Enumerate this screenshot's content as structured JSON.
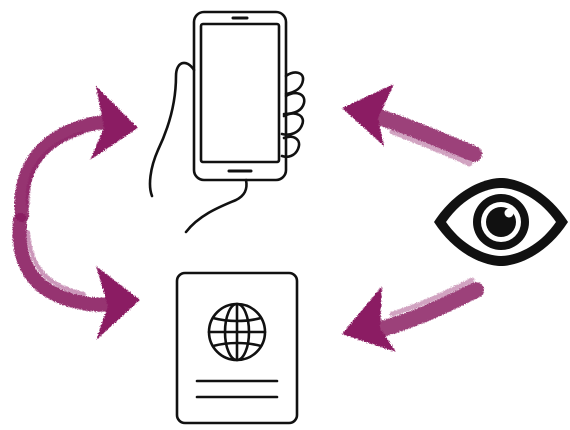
{
  "diagram": {
    "icons": {
      "phone": "smartphone-in-hand-icon",
      "passport": "passport-icon",
      "eye": "eye-icon"
    },
    "arrows": [
      "arrow-left-to-phone",
      "arrow-left-to-passport",
      "arrow-eye-to-phone",
      "arrow-eye-to-passport"
    ]
  },
  "colors": {
    "line": "#111111",
    "arrow": "#8b1d63",
    "background": "#ffffff"
  }
}
